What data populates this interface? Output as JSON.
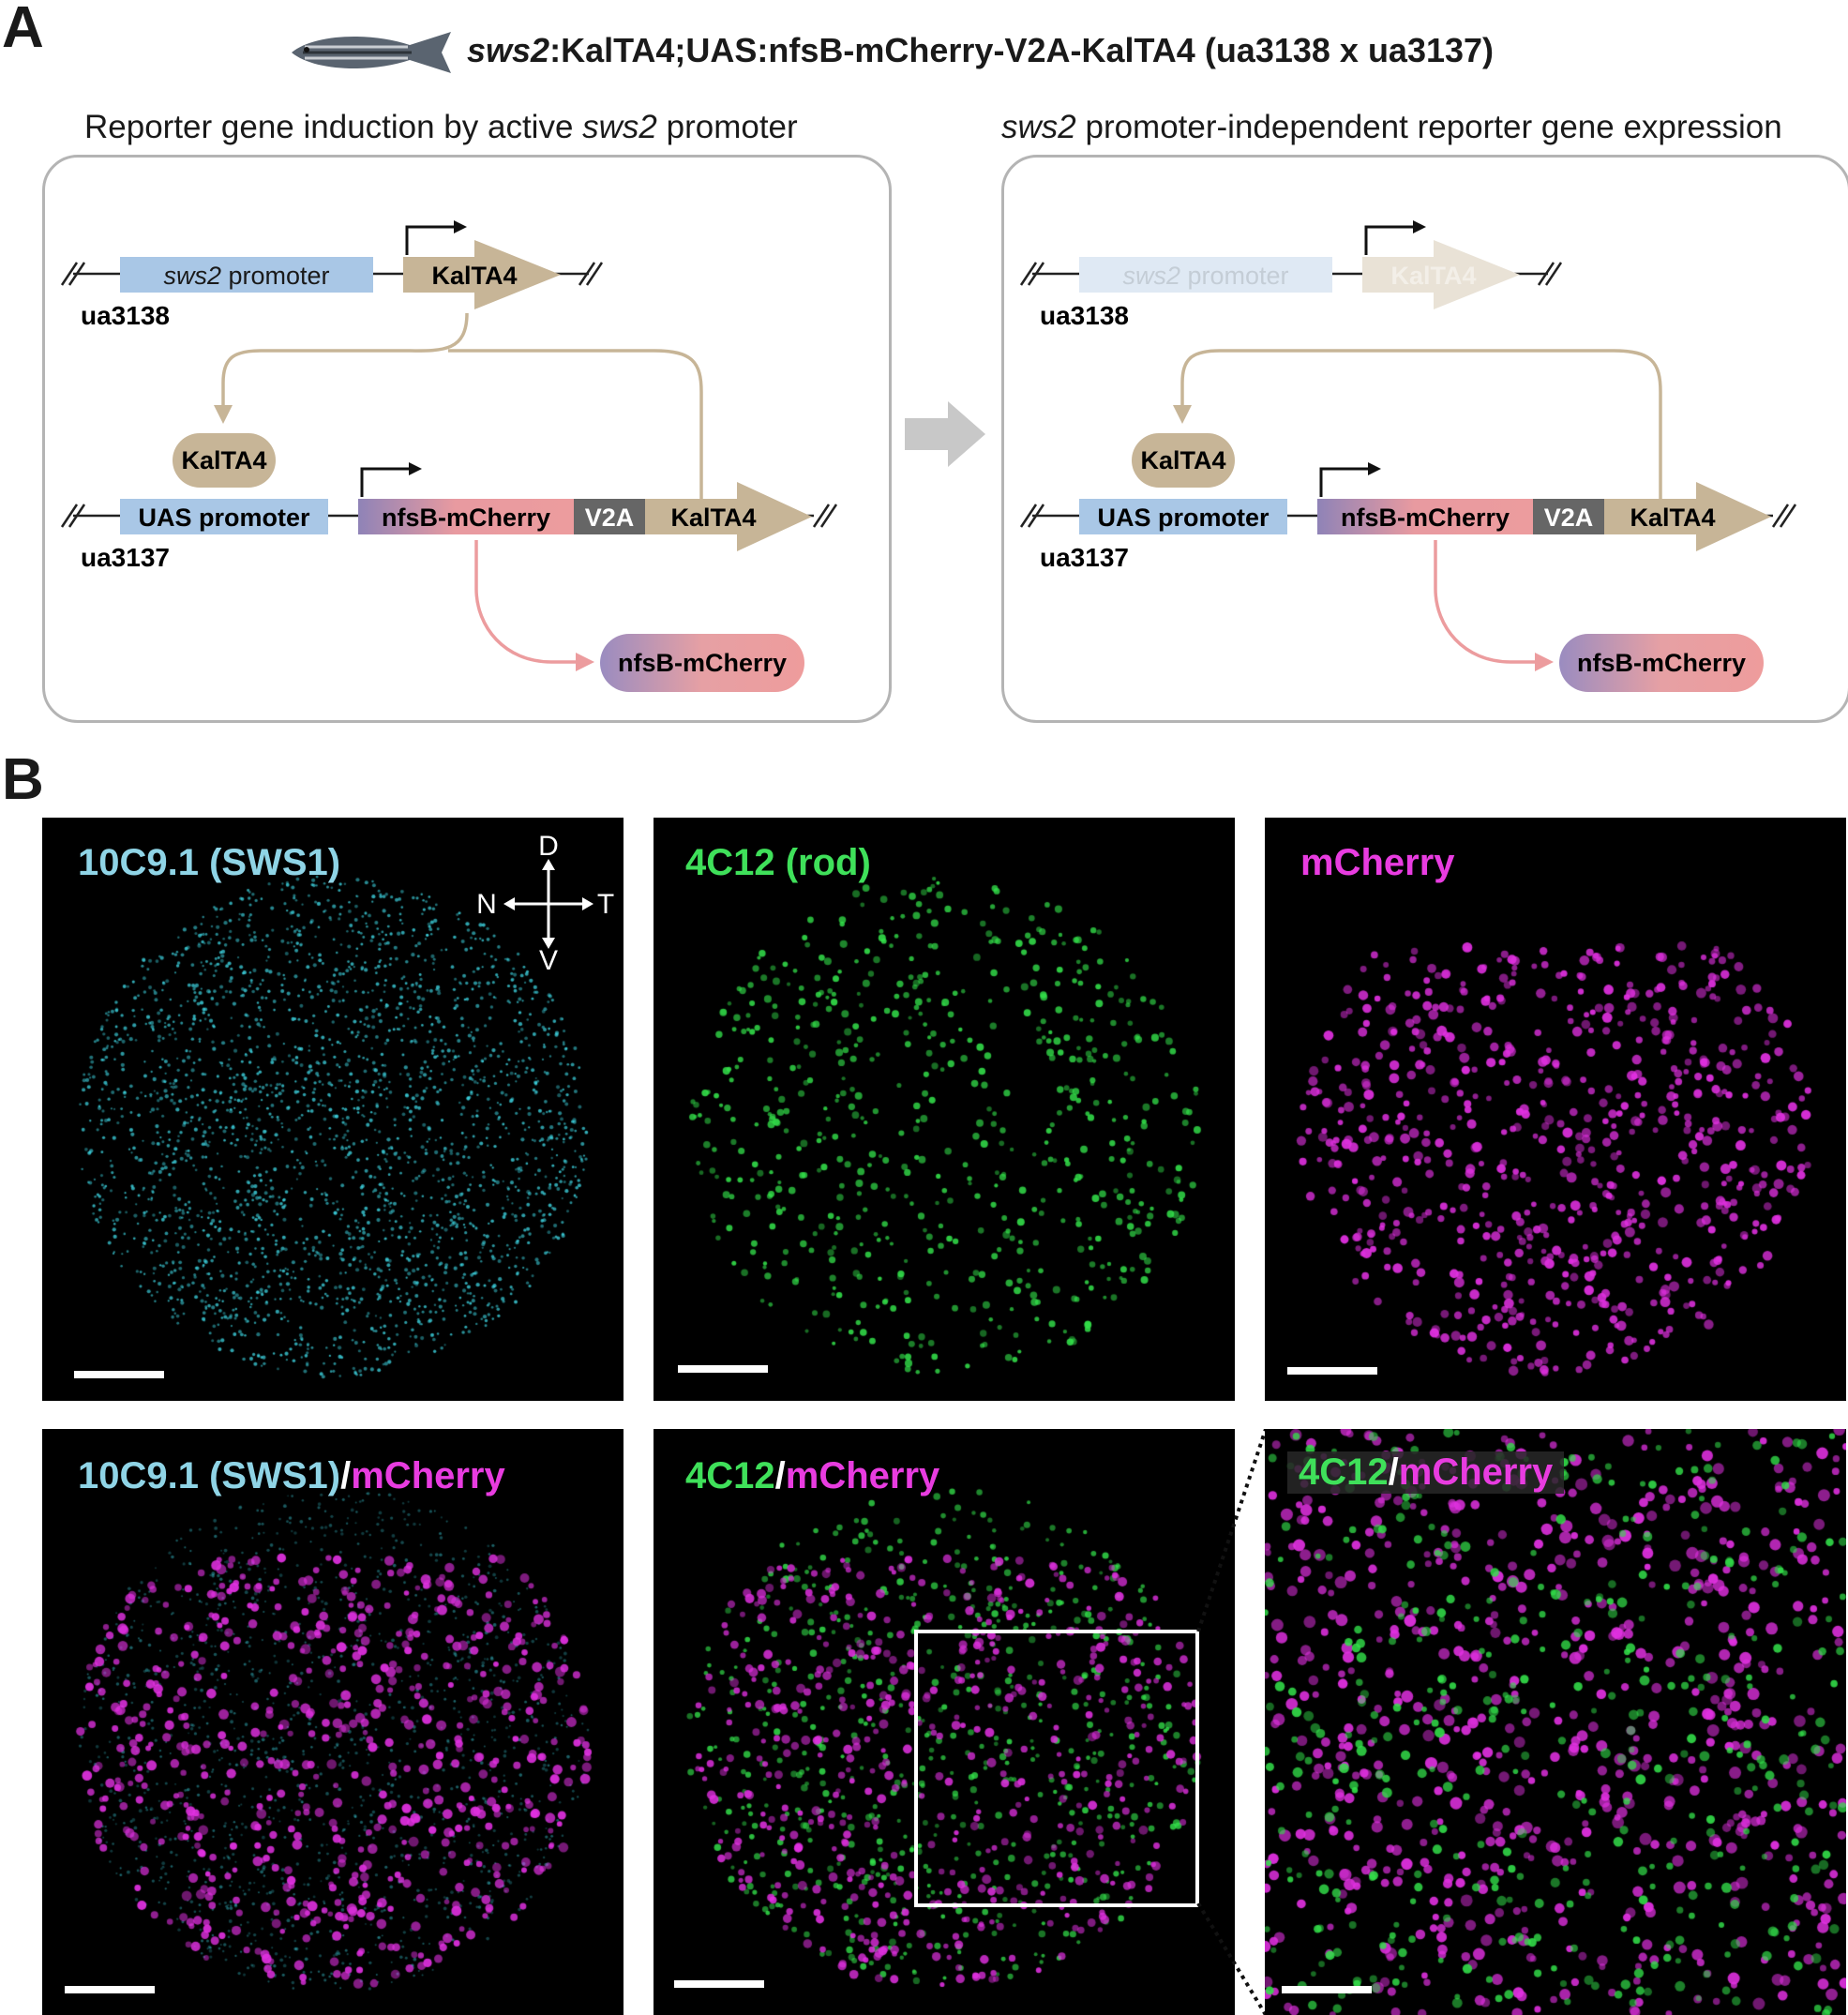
{
  "panel_a": {
    "letter": "A",
    "title_italic": "sws2",
    "title_rest": ":KalTA4;UAS:nfsB-mCherry-V2A-KalTA4 (ua3138 x ua3137)",
    "left_heading_pre": "Reporter gene induction by active ",
    "left_heading_italic": "sws2",
    "left_heading_post": " promoter",
    "right_heading_italic": "sws2",
    "right_heading_post": " promoter-independent reporter gene expression",
    "labels": {
      "sws2_italic": "sws2",
      "promoter_word": " promoter",
      "kalta4": "KalTA4",
      "ua3138": "ua3138",
      "ua3137": "ua3137",
      "uas_promoter": "UAS promoter",
      "nfsb_mcherry": "nfsB-mCherry",
      "v2a": "V2A"
    },
    "colors": {
      "promoter_blue": "#a9c7e6",
      "kalta4_tan": "#c7b597",
      "nfsb_purple": "#8f83b7",
      "mcherry_pink": "#ec9c9e",
      "v2a_gray": "#666666",
      "arrow_gray": "#c8c8c8"
    }
  },
  "panel_b": {
    "letter": "B",
    "compass": {
      "d": "D",
      "v": "V",
      "n": "N",
      "t": "T"
    },
    "images": [
      {
        "label_parts": [
          {
            "text": "10C9.1 (SWS1)",
            "color": "cyan"
          }
        ]
      },
      {
        "label_parts": [
          {
            "text": "4C12 (rod)",
            "color": "green"
          }
        ]
      },
      {
        "label_parts": [
          {
            "text": "mCherry",
            "color": "magenta"
          }
        ]
      },
      {
        "label_parts": [
          {
            "text": "10C9.1 (SWS1)",
            "color": "cyan"
          },
          {
            "text": "/",
            "color": "white"
          },
          {
            "text": "mCherry",
            "color": "magenta"
          }
        ]
      },
      {
        "label_parts": [
          {
            "text": "4C12",
            "color": "green"
          },
          {
            "text": "/",
            "color": "white"
          },
          {
            "text": "mCherry",
            "color": "magenta"
          }
        ]
      },
      {
        "label_parts": [
          {
            "text": "4C12",
            "color": "green"
          },
          {
            "text": "/",
            "color": "white"
          },
          {
            "text": "mCherry",
            "color": "magenta"
          }
        ]
      }
    ]
  }
}
